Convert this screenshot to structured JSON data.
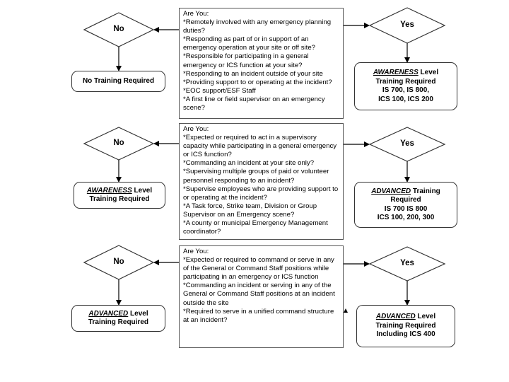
{
  "rows": [
    {
      "question_lines": [
        "Are You:",
        "*Remotely involved with any emergency planning duties?",
        "*Responding as part of or in support of an emergency operation at your site or off site?",
        "*Responsible for participating in a general emergency or ICS function at your site?",
        "*Responding to an incident outside of your site",
        "*Providing support to or operating at the incident?",
        "*EOC support/ESF Staff",
        "*A first line or field supervisor on an emergency scene?"
      ],
      "no_label": "No",
      "yes_label": "Yes",
      "no_result": {
        "emphasis": "",
        "rest": "No Training Required",
        "lines": []
      },
      "yes_result": {
        "emphasis": "AWARENESS",
        "rest": " Level Training Required",
        "lines": [
          "IS 700, IS 800,",
          "ICS 100, ICS 200"
        ]
      }
    },
    {
      "question_lines": [
        "Are You:",
        "*Expected or required to act in a supervisory capacity while participating in a general emergency or ICS function?",
        "*Commanding an incident at your site only?",
        "*Supervising multiple groups of paid or volunteer personnel responding to an incident?",
        "*Supervise employees who are providing support to or operating at the incident?",
        "*A Task force, Strike team, Division or Group Supervisor on an Emergency scene?",
        "*A county or municipal Emergency Management coordinator?"
      ],
      "no_label": "No",
      "yes_label": "Yes",
      "no_result": {
        "emphasis": "AWARENESS",
        "rest": " Level Training Required",
        "lines": []
      },
      "yes_result": {
        "emphasis": "ADVANCED",
        "rest": " Training Required",
        "lines": [
          "IS 700 IS 800",
          "ICS 100, 200, 300"
        ]
      }
    },
    {
      "question_lines": [
        "Are You:",
        "*Expected or required to command or serve in any of the General or Command Staff positions while participating in an emergency or ICS function",
        "*Commanding an incident or serving in any of the General or Command Staff positions at an incident outside the site",
        "*Required to serve in a unified command structure at an incident?"
      ],
      "no_label": "No",
      "yes_label": "Yes",
      "no_result": {
        "emphasis": "ADVANCED",
        "rest": " Level Training Required",
        "lines": []
      },
      "yes_result": {
        "emphasis": "ADVANCED",
        "rest": " Level Training Required",
        "lines": [
          "Including ICS 400"
        ]
      }
    }
  ]
}
